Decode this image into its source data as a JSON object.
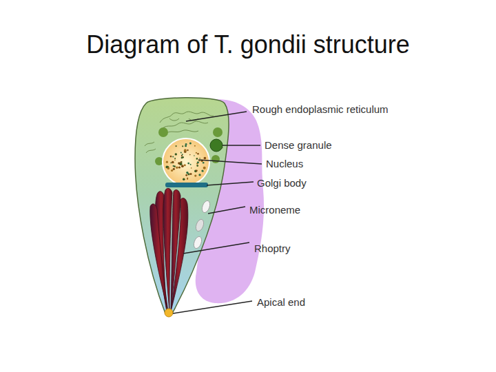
{
  "diagram": {
    "title": "Diagram of T. gondii structure",
    "labels": [
      "Rough endoplasmic reticulum",
      "Dense granule",
      "Nucleus",
      "Golgi body",
      "Microneme",
      "Rhoptry",
      "Apical end"
    ]
  }
}
